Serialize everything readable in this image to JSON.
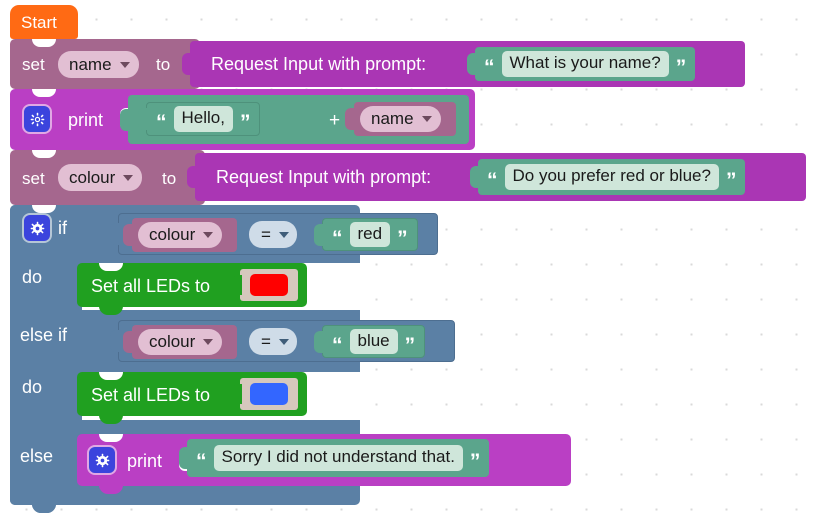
{
  "canvas": {
    "grid_color": "#d9d9d9",
    "background": "#ffffff",
    "grid_spacing": 35
  },
  "palette": {
    "start": "#ff6a14",
    "variable_set": "#a5678e",
    "variable_field": "#e2bfd3",
    "text_print": "#ba3fc4",
    "request_input": "#aa36b4",
    "string": "#5ba58c",
    "string_field": "#cfe6da",
    "control": "#5b80a5",
    "logic_field": "#cfdce8",
    "led": "#20a020",
    "colour_field": "#d6c8bd",
    "gear": "#3b44dd"
  },
  "program": {
    "start": {
      "label": "Start"
    },
    "rows": [
      {
        "id": "set-name",
        "kind": "set-variable",
        "set_label": "set",
        "variable": "name",
        "to_label": "to",
        "value": {
          "kind": "request-input",
          "label": "Request Input with prompt:",
          "argument": {
            "kind": "string",
            "text": "What is your name?"
          }
        }
      },
      {
        "id": "print-greeting",
        "kind": "print",
        "gear_icon": "gear-icon",
        "label": "print",
        "value": {
          "kind": "concat",
          "operator": "+",
          "left": {
            "kind": "string",
            "text": "Hello,"
          },
          "right": {
            "kind": "variable",
            "name": "name"
          }
        }
      },
      {
        "id": "set-colour",
        "kind": "set-variable",
        "set_label": "set",
        "variable": "colour",
        "to_label": "to",
        "value": {
          "kind": "request-input",
          "label": "Request Input with prompt:",
          "argument": {
            "kind": "string",
            "text": "Do you prefer red or blue?"
          }
        }
      },
      {
        "id": "if-block",
        "kind": "if-else",
        "gear_icon": "gear-icon",
        "clauses": [
          {
            "keyword": "if",
            "do_label": "do",
            "condition": {
              "kind": "compare",
              "left": {
                "kind": "variable",
                "name": "colour"
              },
              "operator": "=",
              "right": {
                "kind": "string",
                "text": "red"
              }
            },
            "body": {
              "kind": "set-leds",
              "label": "Set all LEDs to",
              "colour": "#ff0000",
              "colour_name": "red"
            }
          },
          {
            "keyword": "else if",
            "do_label": "do",
            "condition": {
              "kind": "compare",
              "left": {
                "kind": "variable",
                "name": "colour"
              },
              "operator": "=",
              "right": {
                "kind": "string",
                "text": "blue"
              }
            },
            "body": {
              "kind": "set-leds",
              "label": "Set all LEDs to",
              "colour": "#3366ff",
              "colour_name": "blue"
            }
          },
          {
            "keyword": "else",
            "body": {
              "kind": "print",
              "gear_icon": "gear-icon",
              "label": "print",
              "value": {
                "kind": "string",
                "text": "Sorry I did not understand that."
              }
            }
          }
        ]
      }
    ]
  }
}
